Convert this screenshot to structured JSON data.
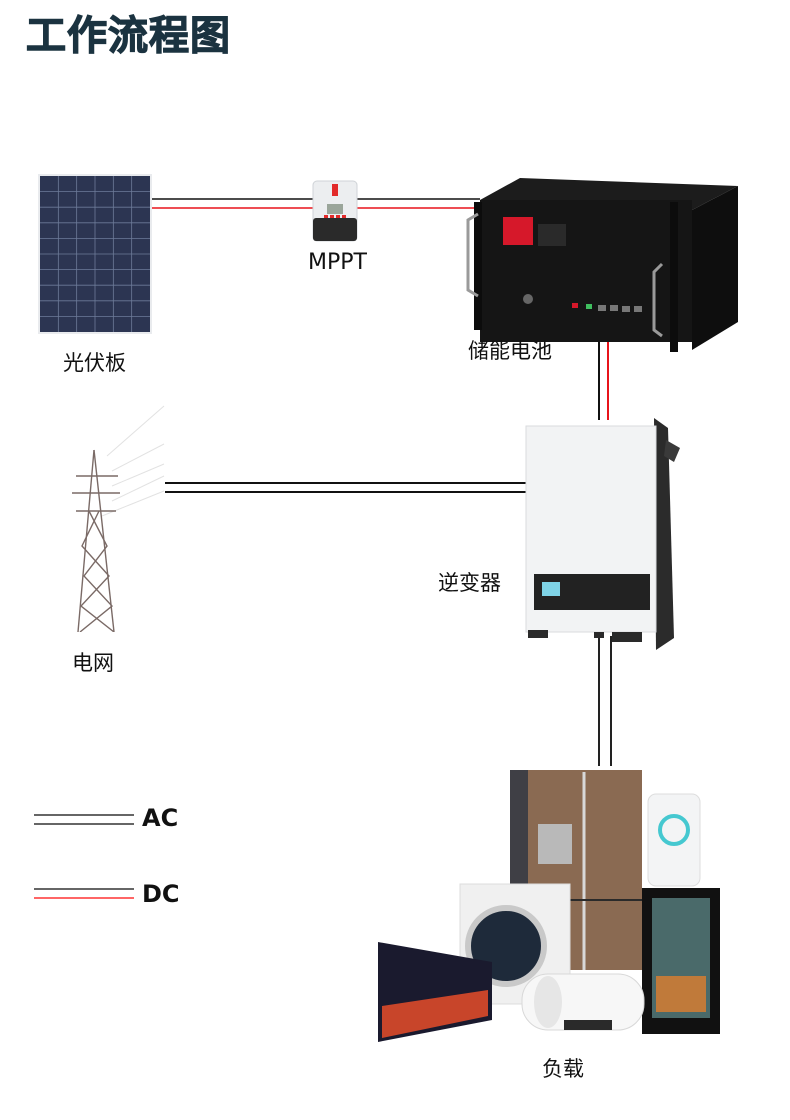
{
  "title": "工作流程图",
  "nodes": {
    "solar_panel": {
      "label": "光伏板",
      "icon": "solar-panel-icon"
    },
    "mppt": {
      "label": "MPPT",
      "icon": "mppt-controller-icon"
    },
    "battery": {
      "label": "储能电池",
      "icon": "battery-rack-icon"
    },
    "grid": {
      "label": "电网",
      "icon": "power-tower-icon"
    },
    "inverter": {
      "label": "逆变器",
      "icon": "inverter-icon"
    },
    "load": {
      "label": "负载",
      "icon": "appliances-icon"
    }
  },
  "connections": [
    {
      "from": "光伏板",
      "to": "MPPT",
      "type": "DC"
    },
    {
      "from": "MPPT",
      "to": "储能电池",
      "type": "DC"
    },
    {
      "from": "储能电池",
      "to": "逆变器",
      "type": "DC"
    },
    {
      "from": "电网",
      "to": "逆变器",
      "type": "AC"
    },
    {
      "from": "逆变器",
      "to": "负载",
      "type": "AC"
    }
  ],
  "legend": [
    {
      "label": "AC",
      "colors": [
        "#333333",
        "#333333"
      ]
    },
    {
      "label": "DC",
      "colors": [
        "#333333",
        "#ff3333"
      ]
    }
  ],
  "colors": {
    "title": "#1b3340",
    "dc_positive": "#e8141b",
    "wire_black": "#111111"
  }
}
